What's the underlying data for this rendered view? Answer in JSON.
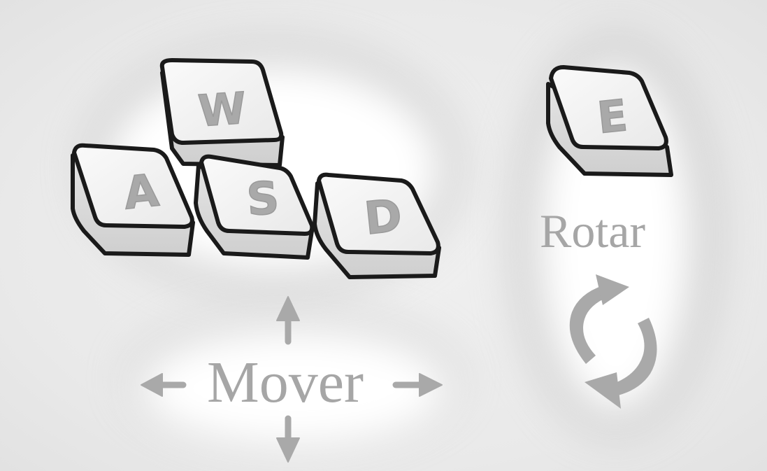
{
  "movement_keys": [
    {
      "key": "W"
    },
    {
      "key": "A"
    },
    {
      "key": "S"
    },
    {
      "key": "D"
    }
  ],
  "rotate_key": {
    "key": "E"
  },
  "labels": {
    "move": "Mover",
    "rotate": "Rotar"
  },
  "icons": {
    "move_arrows": [
      "arrow-up-icon",
      "arrow-down-icon",
      "arrow-left-icon",
      "arrow-right-icon"
    ],
    "rotate": "rotate-cycle-icon"
  },
  "colors": {
    "background": "#ececec",
    "keycap_face": "#f4f4f4",
    "keycap_outline": "#1a1a1a",
    "text": "#a6a6a6"
  }
}
